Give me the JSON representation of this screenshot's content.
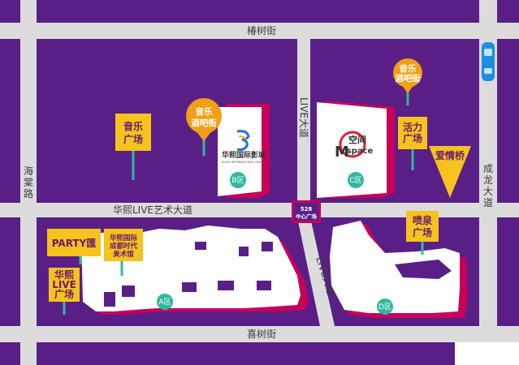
{
  "streets": {
    "top": "椿树街",
    "bottom": "喜树街",
    "left": [
      "海",
      "棠",
      "路"
    ],
    "right": [
      "成",
      "龙",
      "大",
      "道"
    ],
    "middle_h": "华熙LIVE艺术大道",
    "vertical_upper": "LIVE大道",
    "vertical_lower": "LIVE大道"
  },
  "center_badge": [
    "528",
    "中心广场"
  ],
  "music_pins": [
    [
      "音乐",
      "酒吧街"
    ],
    [
      "音乐",
      "酒吧街"
    ]
  ],
  "signs": {
    "music_square": [
      "音乐",
      "广场"
    ],
    "vitality_square": [
      "活力",
      "广场"
    ],
    "love_bridge": "爱情桥",
    "fountain_square": [
      "喷泉",
      "广场"
    ],
    "party": "PARTY匯",
    "art_museum": [
      "华熙国际",
      "成都时代",
      "美术馆"
    ],
    "live_square": [
      "华熙",
      "LIVE",
      "广场"
    ]
  },
  "buildings": {
    "cinema_name": "华熙国际影城",
    "cinema_sub": "HUAXI INTERNATIONAL CINEMA",
    "mspace_cn": "空间",
    "mspace_en": "space",
    "mspace_m": "M"
  },
  "zones": {
    "a": "A区",
    "b": "B区",
    "c": "C区",
    "d": "D区"
  },
  "colors": {
    "ground": "#5a1f87",
    "road": "#dcdcdc",
    "building_shadow": "#c8005a",
    "sign_yellow": "#f5c21e",
    "pin_orange": "#f0a014",
    "zone_teal": "#2fb8a0",
    "car_blue": "#1e8fe0"
  }
}
